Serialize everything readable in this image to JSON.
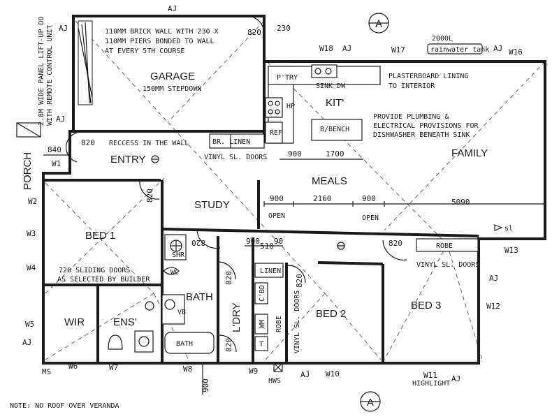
{
  "rooms": {
    "garage": "GARAGE",
    "entry": "ENTRY",
    "porch": "PORCH",
    "study": "STUDY",
    "meals": "MEALS",
    "family": "FAMILY",
    "kitchen": "KIT'",
    "bed1": "BED 1",
    "bed2": "BED 2",
    "bed3": "BED 3",
    "wir": "WIR",
    "ensuite": "ENS'",
    "bath": "BATH",
    "laundry": "L'DRY"
  },
  "fixtures": {
    "bathtub": "BATH",
    "pantry": "P'TRY",
    "refrigerator": "REF",
    "hotplate": "HP",
    "sink_dw": "SINK DW",
    "bench": "B/BENCH",
    "linen_cupboard": "LINEN",
    "br_linen": "BR. LINEN",
    "robe_bed3": "ROBE",
    "robe_ldry": "ROBE",
    "cupboard": "C'BD",
    "vanity": "VB",
    "water_closet": "WC",
    "shower": "SHR",
    "washing_machine": "WM",
    "trough": "T",
    "hot_water": "HWS",
    "tank": "rainwater tank"
  },
  "notes": {
    "garage_wall_1": "110MM BRICK WALL WITH 230 X",
    "garage_wall_2": "110MM PIERS BONDED TO WALL",
    "garage_wall_3": "AT EVERY 5TH COURSE",
    "garage_step": "150MM STEPDOWN",
    "garage_door_1": "2.8M WIDE PANEL LIFT-UP DO",
    "garage_door_2": "WITH REMOTE CONTROL UNIT",
    "recess": "RECCESS IN THE WALL",
    "vinyl_doors_1": "VINYL SL. DOORS",
    "vinyl_doors_2": "VINYL SL. DOORS",
    "vinyl_doors_3": "VINYL SL. DOORS",
    "plasterboard_1": "PLASTERBOARD LINING",
    "plasterboard_2": "TO INTERIOR",
    "plumbing_1": "PROVIDE PLUMBING &",
    "plumbing_2": "ELECTRICAL PROVISIONS FOR",
    "plumbing_3": "DISHWASHER BENEATH SINK",
    "sliding_1": "720 SLIDING DOORS",
    "sliding_2": "AS SELECTED BY BUILDER",
    "tank_capacity": "2000L",
    "highlight": "HIGHLIGHT",
    "footer": "NOTE: NO ROOF OVER VERANDA",
    "open_1": "OPEN",
    "open_2": "OPEN",
    "sl": "sl"
  },
  "windows": {
    "w1": "W1",
    "w2": "W2",
    "w3": "W3",
    "w4": "W4",
    "w5": "W5",
    "w6": "W6",
    "w7": "W7",
    "w8": "W8",
    "w9": "W9",
    "w10": "W10",
    "w11": "W11",
    "w12": "W12",
    "w13": "W13",
    "w16": "W16",
    "w17": "W17",
    "w18": "W18"
  },
  "markers": {
    "aj": "AJ",
    "ms": "MS",
    "section": "A"
  },
  "dimensions": {
    "d230": "230",
    "d820_garage": "820",
    "d840": "840",
    "d820_entry": "820",
    "d900_kit": "900",
    "d1700": "1700",
    "d900_open1": "900",
    "d2160": "2160",
    "d900_open2": "900",
    "d5090": "5090",
    "d820_bed1": "820",
    "d820_bath": "820",
    "d900_ldry": "900",
    "d510": "510",
    "d90": "90",
    "d820_ldry": "820",
    "d820_ldry2": "820",
    "d820_bed2": "820",
    "d820_bed3": "820",
    "d900_bottom": "900"
  }
}
